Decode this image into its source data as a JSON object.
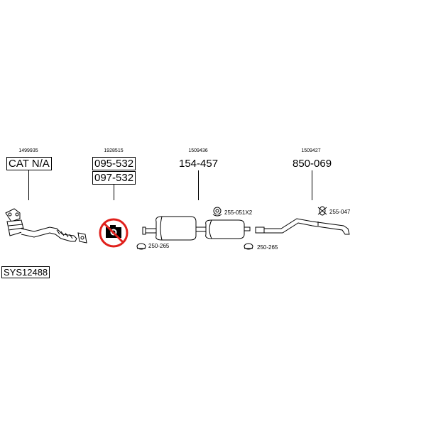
{
  "groups": [
    {
      "ref": "1499935",
      "parts": [
        "CAT N/A"
      ]
    },
    {
      "ref": "1928515",
      "parts": [
        "095-532",
        "097-532"
      ]
    },
    {
      "ref": "1509436",
      "parts": [
        "154-457"
      ]
    },
    {
      "ref": "1509427",
      "parts": [
        "850-069"
      ]
    }
  ],
  "accessories": {
    "mount_1": "255-051X2",
    "clamp_1": "250-265",
    "clamp_2": "250-265",
    "mount_2": "255-047"
  },
  "system_code": "SYS12488",
  "icons": {
    "not_available": "no-camera-icon"
  },
  "colors": {
    "prohibition": "#e0201b",
    "line": "#000000",
    "part_fill": "#ffffff"
  }
}
